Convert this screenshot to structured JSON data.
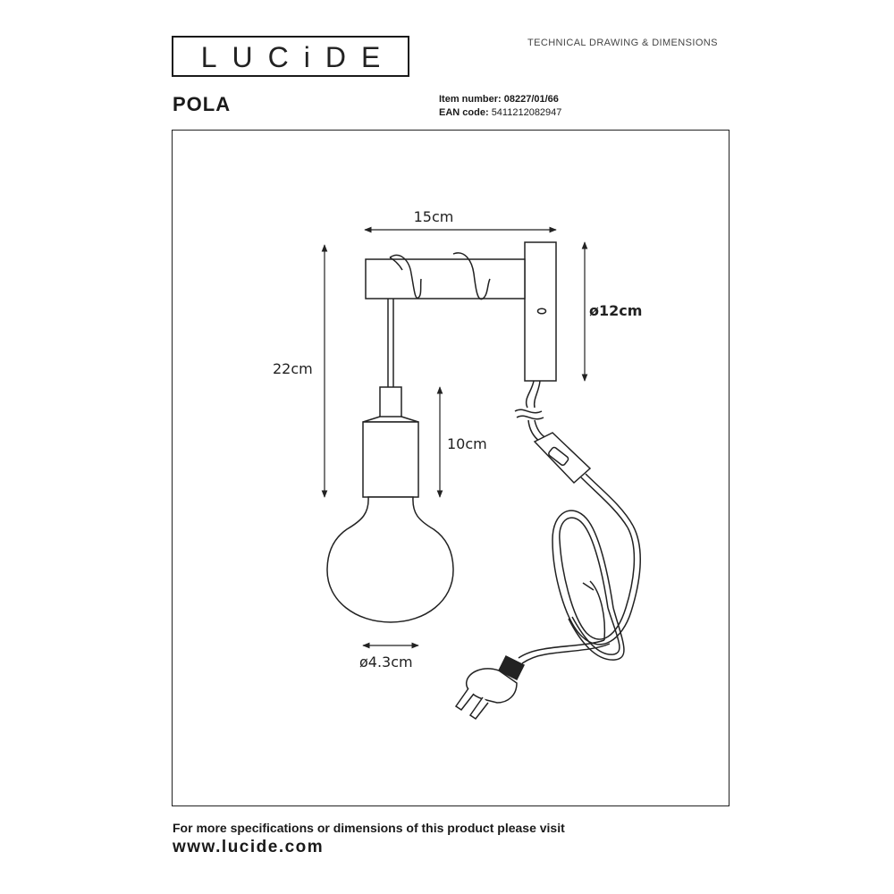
{
  "brand": {
    "logo": "LUCiDE"
  },
  "header": {
    "title": "TECHNICAL DRAWING & DIMENSIONS"
  },
  "product": {
    "name": "POLA",
    "item_label": "Item number:",
    "item_number": "08227/01/66",
    "ean_label": "EAN code:",
    "ean_code": "5411212082947"
  },
  "dimensions": {
    "width": "15cm",
    "height_total": "22cm",
    "base_diameter": "ø12cm",
    "bulb_height": "10cm",
    "bulb_diameter": "ø4.3cm"
  },
  "footer": {
    "note": "For more specifications or dimensions of this product please visit",
    "url": "www.lucide.com"
  }
}
